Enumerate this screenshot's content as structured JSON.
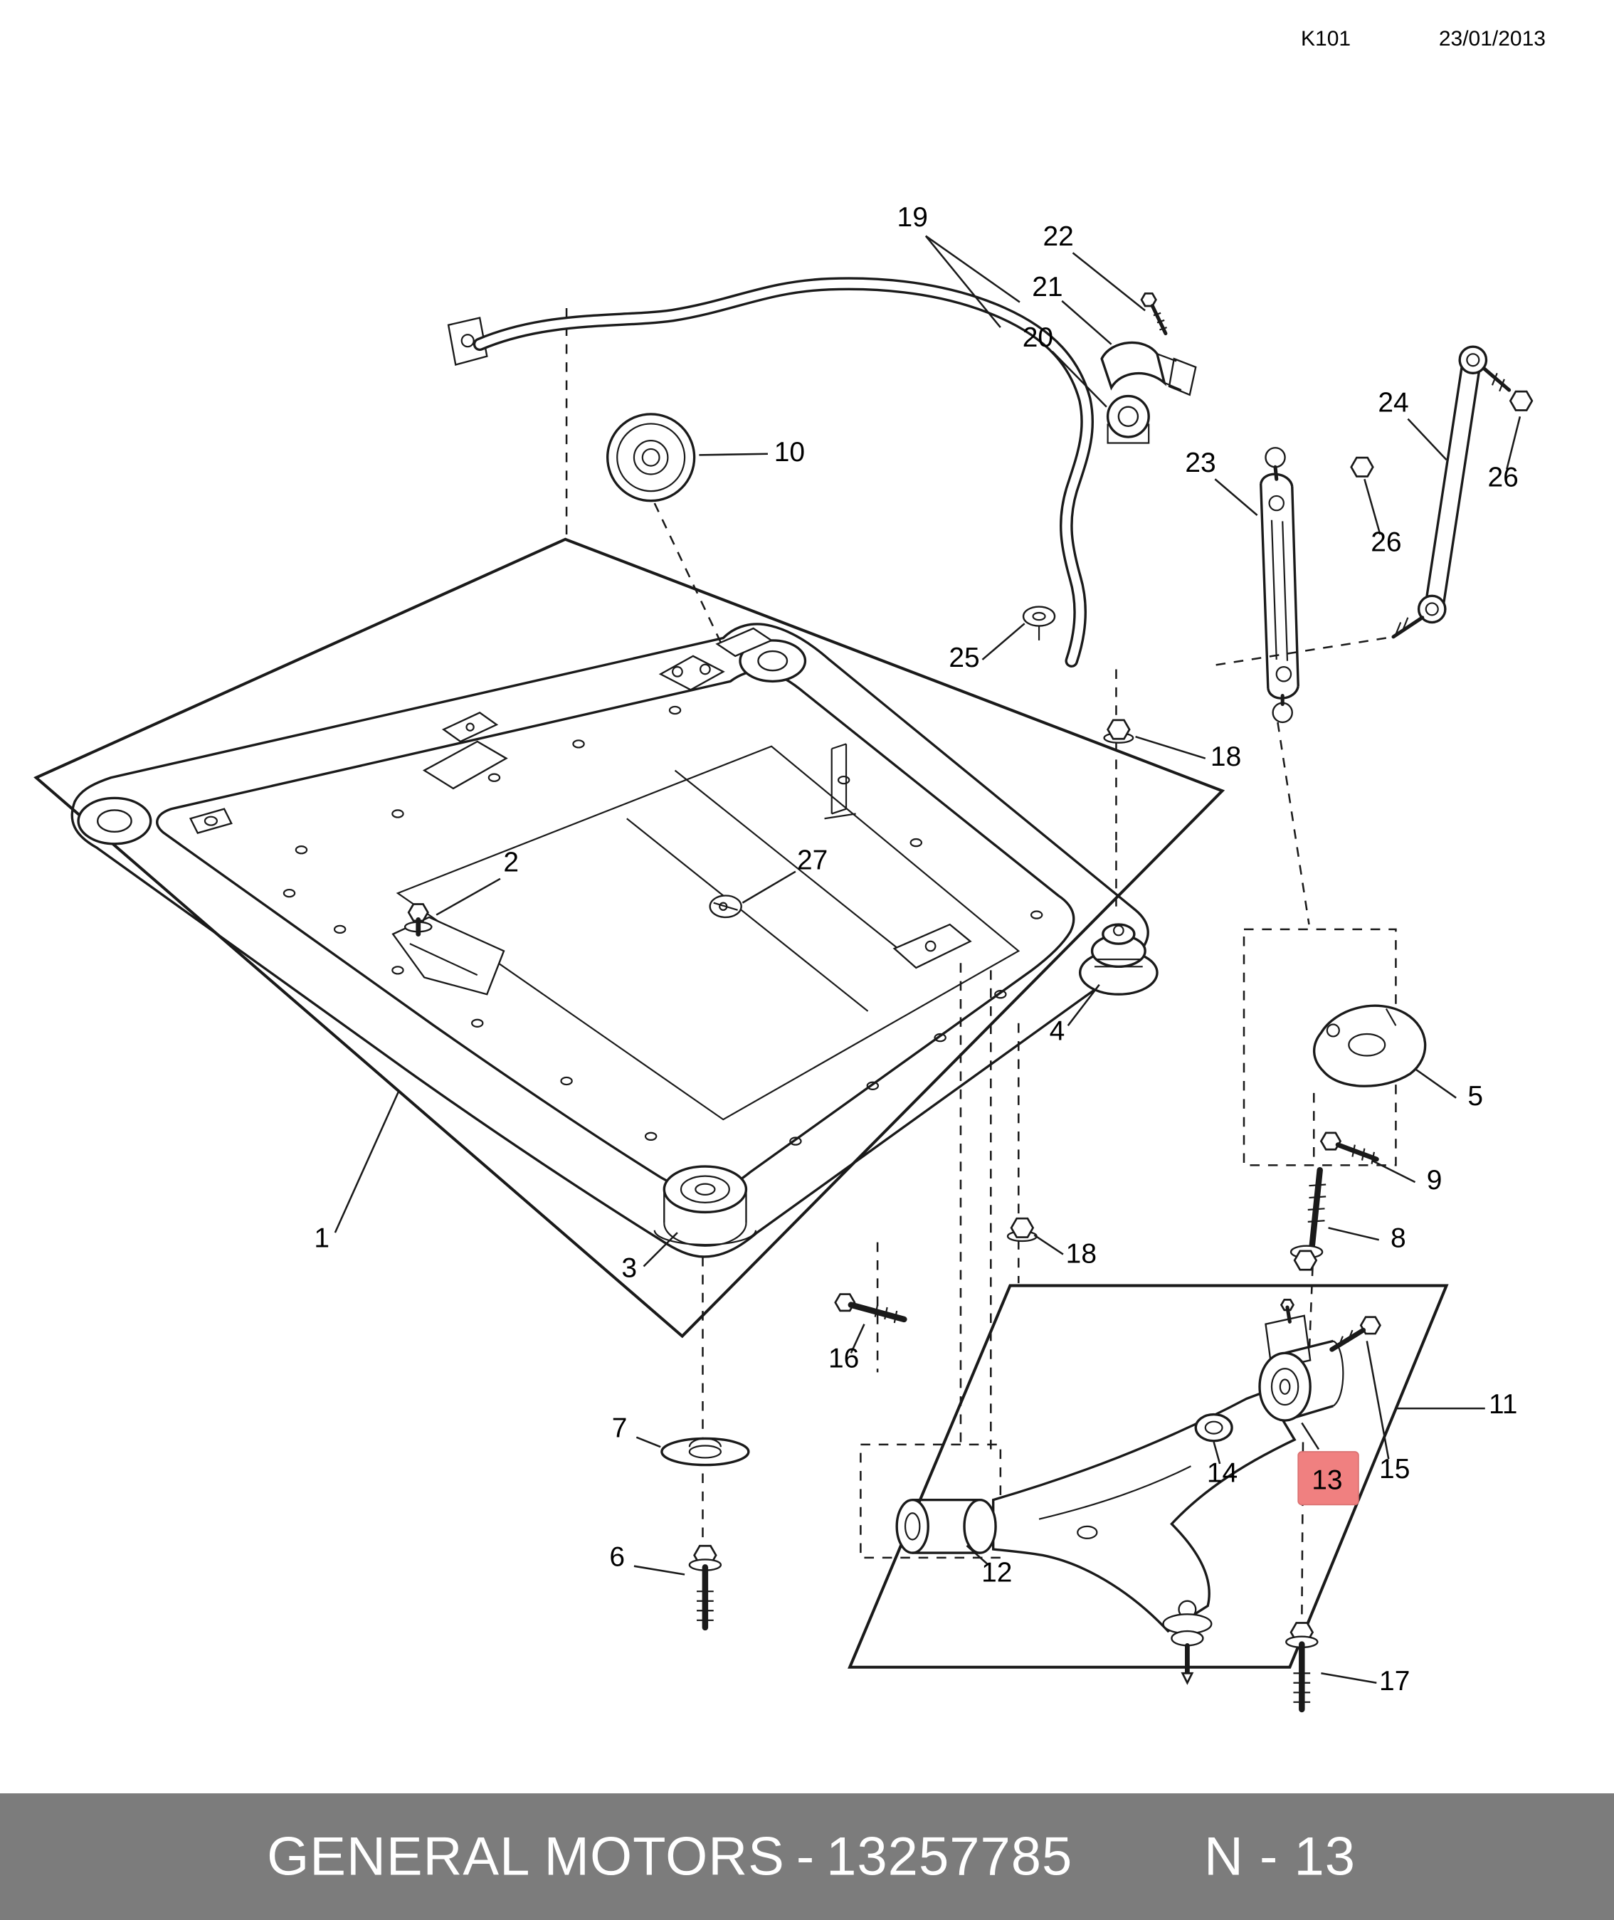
{
  "header": {
    "code": "K101",
    "date": "23/01/2013"
  },
  "footer": {
    "brand": "GENERAL MOTORS",
    "separator": "-",
    "part_number": "13257785",
    "page_code": "N - 13",
    "bar_color": "#7c7c7c",
    "text_color": "#ffffff"
  },
  "diagram": {
    "highlighted_callout": "13",
    "highlight_fill": "#f08080",
    "line_color": "#1a1a1a",
    "callouts": {
      "c1": "1",
      "c2": "2",
      "c3": "3",
      "c4": "4",
      "c5": "5",
      "c6": "6",
      "c7": "7",
      "c8": "8",
      "c9": "9",
      "c10": "10",
      "c11": "11",
      "c12": "12",
      "c13": "13",
      "c14": "14",
      "c15": "15",
      "c16": "16",
      "c17": "17",
      "c18a": "18",
      "c18b": "18",
      "c19": "19",
      "c20": "20",
      "c21": "21",
      "c22": "22",
      "c23": "23",
      "c24": "24",
      "c25": "25",
      "c26a": "26",
      "c26b": "26",
      "c27": "27"
    }
  }
}
